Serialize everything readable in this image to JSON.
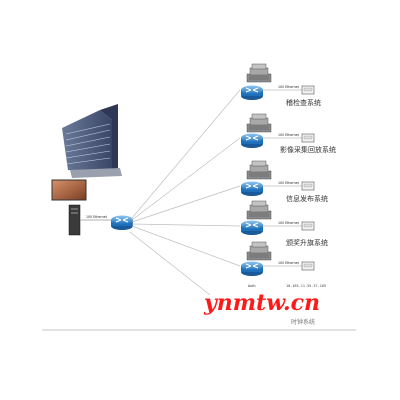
{
  "nodes": [
    {
      "name": "稽检查系统"
    },
    {
      "name": "影像采集回放系统"
    },
    {
      "name": "信息发布系统"
    },
    {
      "name": "颁奖升旗系统"
    },
    {
      "name": ""
    }
  ],
  "links": {
    "ethernet_label": "100 Ethernet",
    "fiber_label": "Auth"
  },
  "bottom": {
    "ip_text": "10.165.11.55.37.165",
    "right_label": "时钟系统"
  },
  "watermark": "ynmtw.cn",
  "colors": {
    "router": "#2f7fcf",
    "lines": "#bfbfbf",
    "watermark": "#ff1a1a"
  }
}
